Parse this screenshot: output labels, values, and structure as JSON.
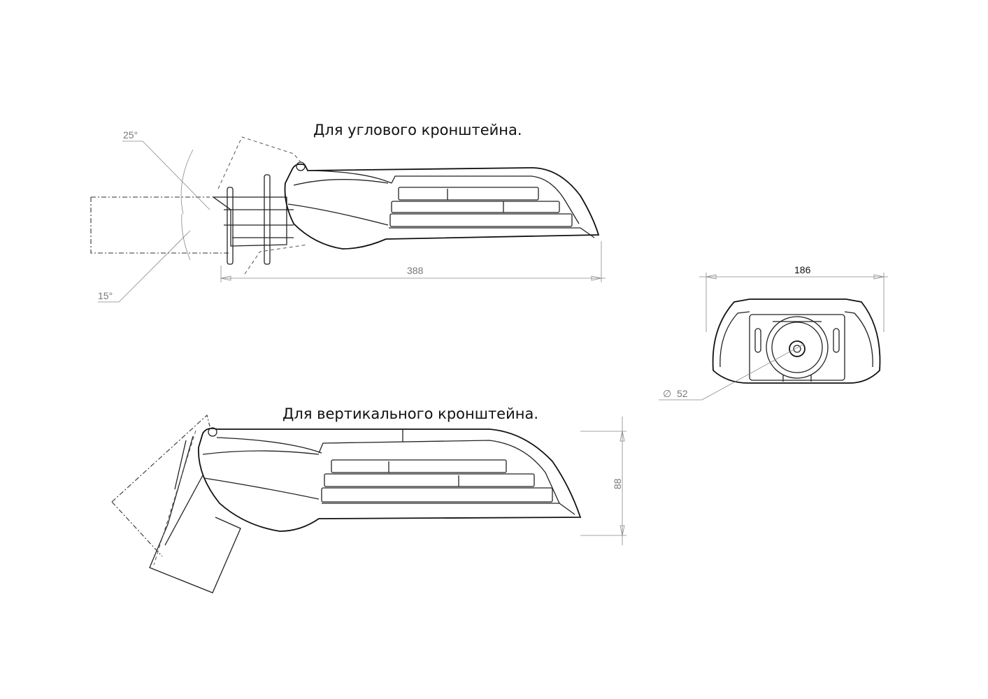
{
  "labels": {
    "angle_bracket_title": "Для углового кронштейна.",
    "vertical_bracket_title": "Для вертикального кронштейна."
  },
  "dimensions": {
    "length": "388",
    "width": "186",
    "height": "88",
    "diameter": "52",
    "diameter_symbol": "∅",
    "angle_up": "25°",
    "angle_down": "15°"
  }
}
